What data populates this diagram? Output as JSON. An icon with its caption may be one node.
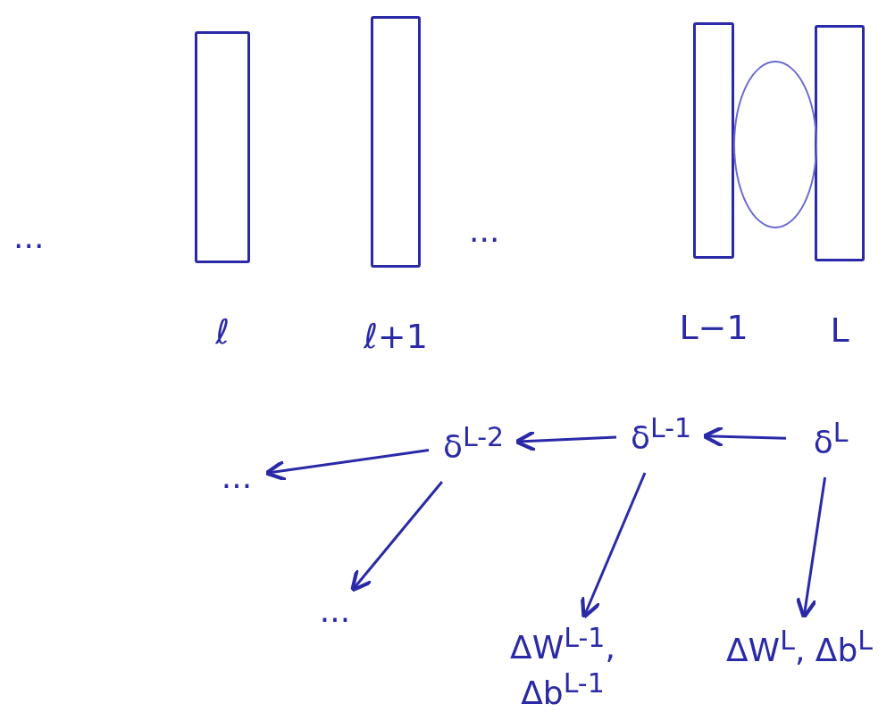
{
  "diagram": {
    "nodes": [
      {
        "text": [],
        "shape": "bar",
        "beside": [
          "ℓ"
        ]
      },
      {
        "text": [],
        "shape": "bar",
        "beside": [
          "ℓ+1"
        ]
      },
      {
        "text": [],
        "shape": "bar",
        "beside": [
          "L−1"
        ]
      },
      {
        "text": [],
        "shape": "bar",
        "beside": [
          "L"
        ]
      },
      {
        "text": [
          "..."
        ]
      },
      {
        "text": [
          "δ$^{L-2}$"
        ]
      },
      {
        "text": [
          "δ$^{L-1}$"
        ]
      },
      {
        "text": [
          "δ$^{L}$"
        ]
      },
      {
        "text": [
          "..."
        ]
      },
      {
        "text": [
          "ΔW$^{L-1}$, Δb$^{L-1}$"
        ]
      },
      {
        "text": [
          "ΔW$^{L}$, Δb$^{L}$"
        ]
      },
      {
        "text": [],
        "shape": "ellipse"
      }
    ],
    "edges": [
      {
        "from": 7,
        "to": 6,
        "arrow": "to"
      },
      {
        "from": 6,
        "to": 5,
        "arrow": "to"
      },
      {
        "from": 5,
        "to": 4,
        "arrow": "to"
      },
      {
        "from": 5,
        "to": 8,
        "arrow": "to"
      },
      {
        "from": 6,
        "to": 9,
        "arrow": "to"
      },
      {
        "from": 7,
        "to": 10,
        "arrow": "to"
      }
    ],
    "labels": [
      "...",
      "..."
    ]
  }
}
